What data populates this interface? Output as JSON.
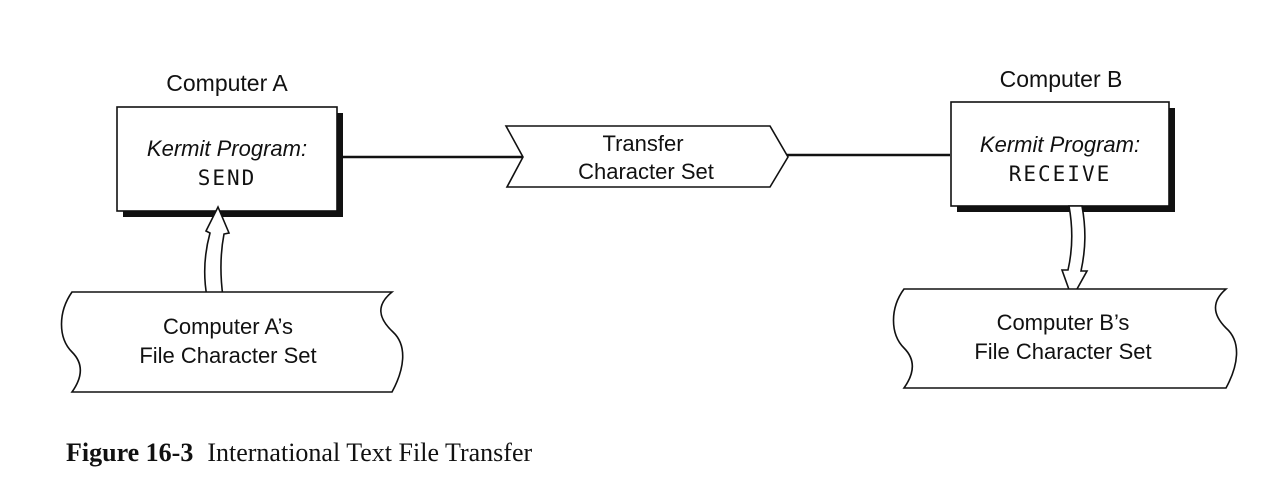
{
  "computer_a": {
    "title": "Computer A",
    "program_label": "Kermit Program:",
    "command": "SEND",
    "file_set_line1": "Computer A’s",
    "file_set_line2": "File Character Set"
  },
  "transfer": {
    "line1": "Transfer",
    "line2": "Character Set"
  },
  "computer_b": {
    "title": "Computer B",
    "program_label": "Kermit Program:",
    "command": "RECEIVE",
    "file_set_line1": "Computer B’s",
    "file_set_line2": "File Character Set"
  },
  "caption": {
    "number": "Figure 16-3",
    "text": "International Text File Transfer"
  }
}
